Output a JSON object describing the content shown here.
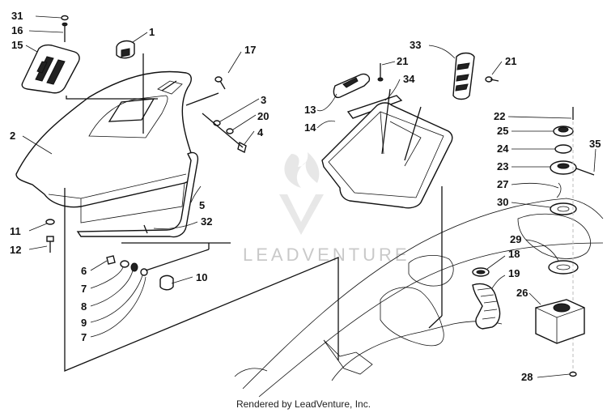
{
  "watermark": "LEADVENTURE",
  "footer": "Rendered by LeadVenture, Inc.",
  "callouts": [
    "31",
    "16",
    "15",
    "1",
    "17",
    "2",
    "3",
    "20",
    "4",
    "5",
    "32",
    "11",
    "12",
    "6",
    "7",
    "8",
    "9",
    "7",
    "10",
    "33",
    "21",
    "21",
    "34",
    "13",
    "14",
    "22",
    "25",
    "24",
    "23",
    "35",
    "27",
    "30",
    "29",
    "18",
    "19",
    "26",
    "28"
  ]
}
